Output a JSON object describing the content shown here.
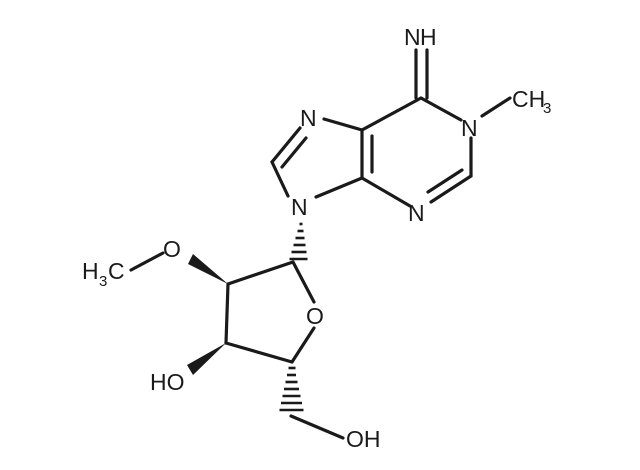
{
  "molecule": {
    "atoms": {
      "imine_n": "N",
      "imine_h": "H",
      "methyl_c": "CH",
      "methyl_c_sub": "3",
      "n1": "N",
      "n7": "N",
      "n3": "N",
      "n9": "N",
      "ether_o": "O",
      "methoxy_c": "H",
      "methoxy_c_sub": "3",
      "methoxy_c_tail": "C",
      "ring_o": "O",
      "hydroxyl_3": "HO",
      "hydroxyl_5": "OH"
    },
    "colors": {
      "ink": "#1a1a1a",
      "background": "#ffffff"
    }
  }
}
